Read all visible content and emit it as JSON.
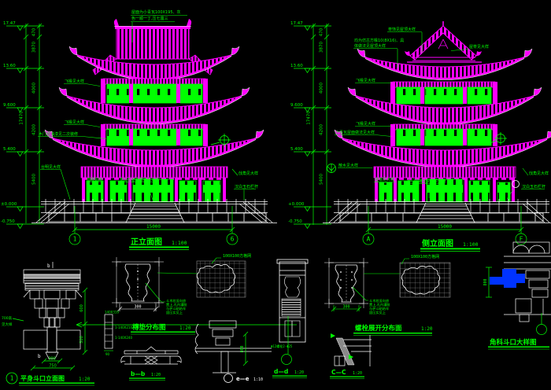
{
  "colors": {
    "bg": "#000000",
    "magenta": "#ff00ff",
    "green": "#00ff00",
    "white": "#ffffff",
    "gray": "#8a8a8a",
    "blue": "#0033ff"
  },
  "left": {
    "title": "正立面图",
    "scale": "1:100",
    "note1": "屋面为小青瓦100X195、灰",
    "note2": "色一顺一丁,压七露三",
    "lv1": "17.47",
    "lv2": "13.60",
    "lv3": "9.600",
    "lv4": "5.400",
    "lv5": "±0.000",
    "lv6": "-0.750",
    "seg0": "470",
    "seg1": "3870",
    "seg2": "4000",
    "seg3": "4200",
    "seg4": "5400",
    "overall": "17470",
    "a1": "飞椽见大样",
    "a2": "飞椽见大样",
    "a3": "木门窗油漆见二次装修",
    "a4": "台明见大样",
    "a5": "面砖贴面",
    "a6": "金山石台阶踏步见大样",
    "a7": "戗角见大样",
    "a8": "汉白玉石栏杆",
    "dim": "15000",
    "axis1": "1",
    "axis2": "6"
  },
  "right": {
    "title": "侧立面图",
    "scale": "1:100",
    "note1": "均为仿古方椽10(8X16)、具",
    "note2": "体做法见屋顶大样",
    "b1": "脊饰见屋顶大样",
    "b3": "屋脊见大样",
    "b4": "飞椽见大样",
    "b5": "飞椽见大样",
    "b6": "小青瓦屋面做法见大样",
    "b7": "散水见大样",
    "b8": "挂落见大样",
    "b9": "木门窗雕花见二次装修",
    "b10": "戗角见大样",
    "b11": "汉白玉石栏杆",
    "lv1": "17.47",
    "lv2": "13.60",
    "lv3": "9.600",
    "lv4": "5.400",
    "lv5": "+0.000",
    "lv6": "-0.750",
    "seg0": "470",
    "seg1": "3870",
    "seg2": "4000",
    "seg3": "4200",
    "seg4": "5400",
    "overall": "17470",
    "dim": "15000",
    "axisA": "A",
    "axisF": "F"
  },
  "details": {
    "d1_no": "1",
    "d1_title": "平身斗口立面图",
    "d1_scale": "1:20",
    "d1_b_top": "b",
    "d1_b_bot": "b",
    "d1_lbl1": "700高",
    "d1_lbl2": "见大样",
    "d1_dim1": "600",
    "d1_dim2": "500",
    "d1_dim3": "300",
    "d1_dim4": "750",
    "d2_dim": "300",
    "d2_note1": "斗木纹竖向放",
    "d2_note2": "置上,孔内灌胶",
    "d2_note3": "与栌斗粘结牢",
    "d2_note4": "固压实见上",
    "d3_label": "100X100方格网",
    "d4_title": "槫垫分布图",
    "d4_scale": "1:20",
    "d5_top": "140X310",
    "d5_r1": "1-140X210",
    "d5_r2": "1-140X240",
    "d5_b": "90",
    "d6_title": "b—b",
    "d6_scale": "1:20",
    "d7_title": "d—d",
    "d7_scale": "1:20",
    "d7_note": "Φ12螺栓2-Φ25",
    "d8_dim": "300",
    "d8_note1": "斗木纹竖向放",
    "d8_note2": "置上,孔内灌胶",
    "d8_note3": "与栌斗粘结牢",
    "d8_note4": "固压实见上",
    "d9_label": "100X100方格网",
    "d10_title": "螺栓展开分布面",
    "d10_scale": "1:20",
    "d11_title": "C—C",
    "d11_scale": "1:20",
    "d12_title": "角科斗口大样图",
    "d12_dim": "800",
    "d13_title": "e—e",
    "d13_scale": "1:10",
    "d13_dim": "800"
  }
}
